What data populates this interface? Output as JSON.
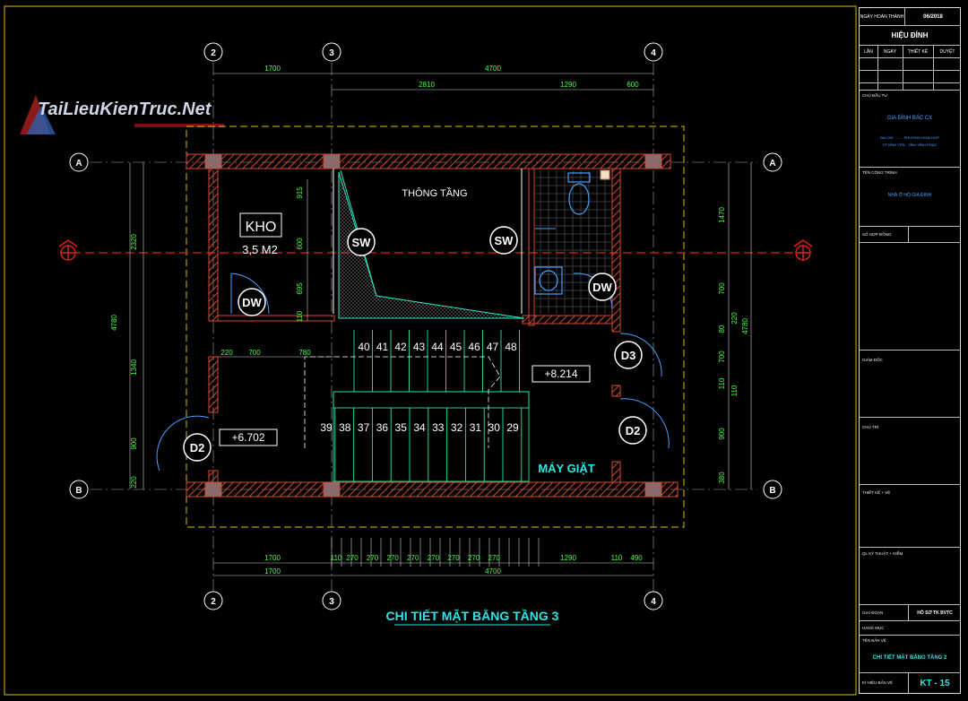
{
  "logo": {
    "text": "TaiLieuKienTruc.Net"
  },
  "plan": {
    "title": "CHI TIẾT MẶT BẰNG TẦNG 3",
    "rooms": {
      "kho": "KHO",
      "kho_area": "3,5  M2",
      "void": "THÔNG TẦNG",
      "laundry": "MÁY GIẶT"
    },
    "levels": {
      "upper": "+8.214",
      "lower": "+6.702"
    },
    "axes": {
      "col_2": "2",
      "col_3": "3",
      "col_4": "4",
      "row_a": "A",
      "row_b": "B"
    },
    "doors": {
      "sw1": "SW",
      "sw2": "SW",
      "dw1": "DW",
      "dw2": "DW",
      "d2_left": "D2",
      "d2_right": "D2",
      "d3": "D3"
    },
    "stairs": {
      "upper_steps": [
        "40",
        "41",
        "42",
        "43",
        "44",
        "45",
        "46",
        "47",
        "48"
      ],
      "lower_steps": [
        "39",
        "38",
        "37",
        "36",
        "35",
        "34",
        "33",
        "32",
        "31",
        "30",
        "29"
      ]
    },
    "dims": {
      "top_1700": "1700",
      "top_4700": "4700",
      "top_2810": "2810",
      "top_1290": "1290",
      "top_600": "600",
      "bot_1700a": "1700",
      "bot_1700b": "1700",
      "bot_4700": "4700",
      "bot_110a": "110",
      "bot_270": "270",
      "bot_1290": "1290",
      "bot_110b": "110",
      "bot_490": "490",
      "left_4780": "4780",
      "left_2320": "2320",
      "left_1340": "1340",
      "left_900": "900",
      "left_220": "220",
      "kho_915": "915",
      "kho_600": "600",
      "kho_695": "695",
      "kho_110": "110",
      "mid_220": "220",
      "mid_700": "700",
      "mid_780": "780",
      "right_4780": "4780",
      "right_1470": "1470",
      "right_700a": "700",
      "right_220": "220",
      "right_80": "80",
      "right_700b": "700",
      "right_110a": "110",
      "right_110b": "110",
      "right_900": "900",
      "right_380": "380"
    }
  },
  "title_block": {
    "date_label": "NGÀY HOÀN THÀNH",
    "date_value": "06/2018",
    "revision_header": "HIỆU ĐÍNH",
    "rev_cols": [
      "LẦN",
      "NGÀY",
      "THIẾT KẾ",
      "DUYỆT"
    ],
    "owner_label": "CHỦ ĐẦU TƯ",
    "owner_name": "GIA ĐÌNH BÁC CX",
    "owner_addr1": "ĐỊA CHỈ: ........ PHƯỜNG HOÀI HỢP",
    "owner_addr2": "TP VĨNH YÊN - TỈNH VĨNH PHÚC",
    "project_label": "TÊN CÔNG TRÌNH",
    "project_name": "NHÀ Ở HỘ GIA ĐÌNH",
    "contract_label": "SỐ HỢP ĐỒNG",
    "director_label": "GIÁM ĐỐC",
    "chair_label": "CHỦ TRÌ",
    "designer_label": "THIẾT KẾ + VẼ",
    "qa_label": "QL KỸ THUẬT + KIỂM",
    "phase_label": "GIAI ĐOẠN",
    "phase_value": "HỒ SƠ TK BVTC",
    "item_label": "HẠNG MỤC",
    "sheet_label": "TÊN BẢN VẼ",
    "sheet_name": "CHI TIẾT MẶT BẰNG TẦNG 2",
    "sheet_no_label": "KÍ HIỆU BẢN VẼ",
    "sheet_no": "KT - 15"
  }
}
